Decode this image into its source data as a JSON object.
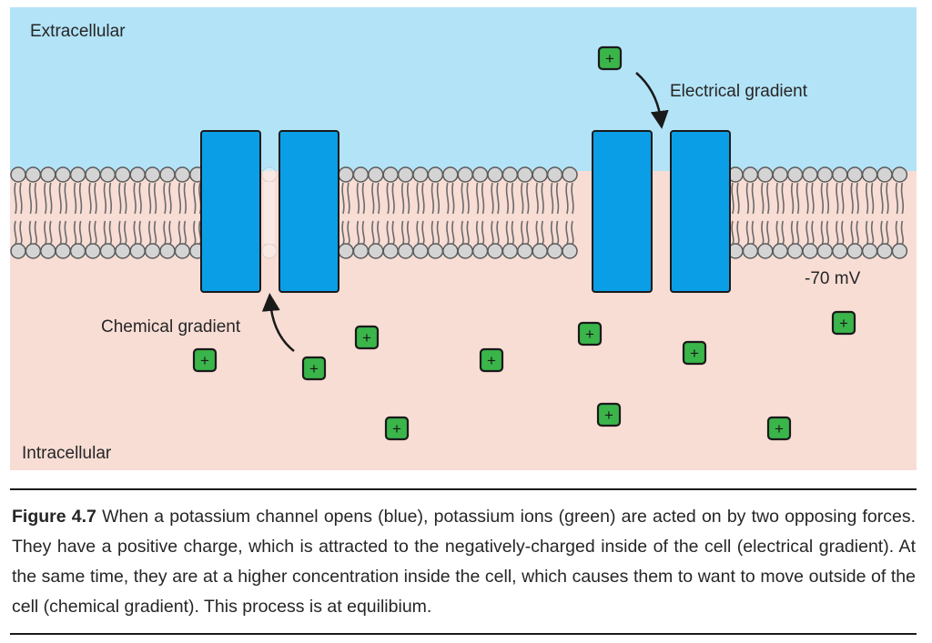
{
  "labels": {
    "extracellular": "Extracellular",
    "intracellular": "Intracellular",
    "electrical_gradient": "Electrical gradient",
    "chemical_gradient": "Chemical gradient",
    "membrane_potential": "-70 mV"
  },
  "ion_symbol": "+",
  "colors": {
    "extracellular_bg": "#b3e3f7",
    "intracellular_bg": "#f8ddd5",
    "channel": "#0a9ee6",
    "ion": "#3ab54a"
  },
  "caption": {
    "label": "Figure 4.7",
    "text": "When a potassium channel opens (blue), potassium ions (green) are acted on by two opposing forces. They have a positive charge, which is attracted to the negatively-charged inside of the cell (electrical gradient). At the same time, they are at a higher concentration inside the cell, which causes them to want to move outside of the cell (chemical gradient). This process is at equilibium."
  }
}
